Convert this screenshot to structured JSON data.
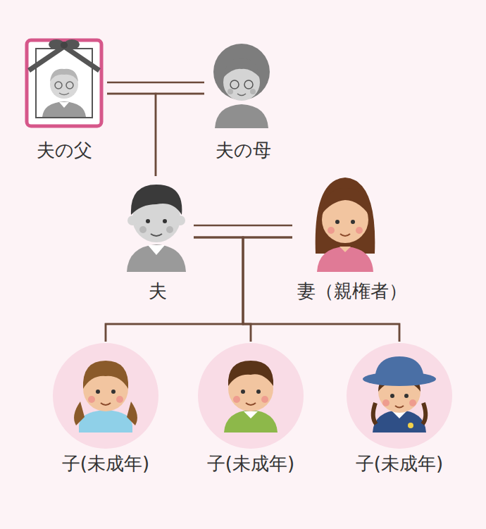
{
  "diagram": {
    "nodes": [
      {
        "text": [
          "夫の父"
        ]
      },
      {
        "text": [
          "夫の母"
        ]
      },
      {
        "text": [
          "夫"
        ]
      },
      {
        "text": [
          "妻（親権者）"
        ]
      },
      {
        "text": [
          "子(未成年)"
        ]
      },
      {
        "text": [
          "子(未成年)"
        ]
      },
      {
        "text": [
          "子(未成年)"
        ]
      }
    ],
    "edges": [
      {
        "from": 0,
        "to": 1,
        "arrow": "none"
      },
      {
        "from": 0,
        "to": 2,
        "arrow": "none"
      },
      {
        "from": 1,
        "to": 2,
        "arrow": "none"
      },
      {
        "from": 2,
        "to": 3,
        "arrow": "none"
      },
      {
        "from": 2,
        "to": 4,
        "arrow": "none"
      },
      {
        "from": 2,
        "to": 5,
        "arrow": "none"
      },
      {
        "from": 2,
        "to": 6,
        "arrow": "none"
      },
      {
        "from": 3,
        "to": 4,
        "arrow": "none"
      },
      {
        "from": 3,
        "to": 5,
        "arrow": "none"
      },
      {
        "from": 3,
        "to": 6,
        "arrow": "none"
      }
    ]
  }
}
